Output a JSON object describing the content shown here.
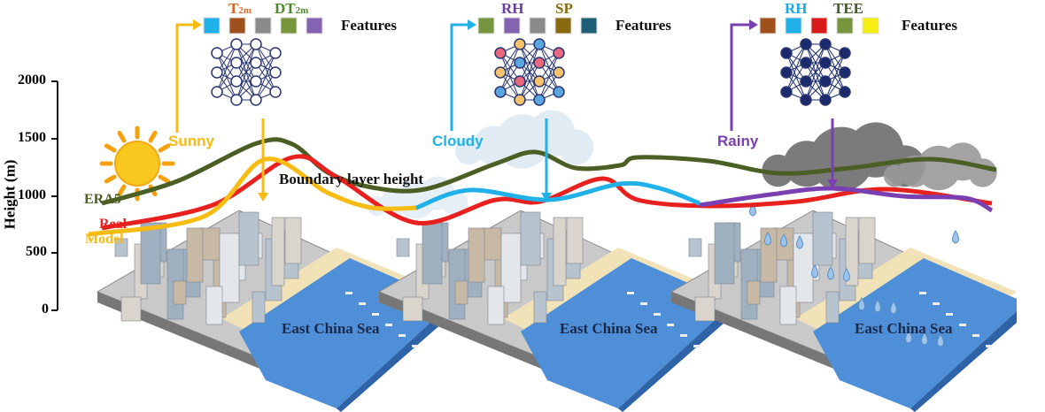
{
  "axis": {
    "label": "Height (m)",
    "ticks": [
      "2000",
      "1500",
      "1000",
      "500",
      "0"
    ]
  },
  "series_labels": {
    "era5": "ERA5",
    "real": "Real",
    "model": "Model"
  },
  "curve_title": "Boundary layer height",
  "colors": {
    "era5": "#4b5e24",
    "real": "#e8211f",
    "sunny": "#f7bb12",
    "cloudy": "#1fb1e8",
    "rainy": "#7a3fb0"
  },
  "panels": [
    {
      "weather": "Sunny",
      "features_label": "Features",
      "sea": "East China Sea",
      "feature_tags": [
        {
          "text": "T",
          "sub": "2m",
          "color": "#d9682a"
        },
        {
          "text": "DT",
          "sub": "2m",
          "color": "#4f8a2a"
        }
      ],
      "feature_colors": [
        "#1fb1e8",
        "#a0501c",
        "#8a8a8a",
        "#76953c",
        "#8463b0"
      ]
    },
    {
      "weather": "Cloudy",
      "features_label": "Features",
      "sea": "East China Sea",
      "feature_tags": [
        {
          "text": "RH",
          "sub": "",
          "color": "#6a3da0"
        },
        {
          "text": "SP",
          "sub": "",
          "color": "#8a6a10"
        }
      ],
      "feature_colors": [
        "#76953c",
        "#8463b0",
        "#8a8a8a",
        "#8a6a10",
        "#1f5f78"
      ]
    },
    {
      "weather": "Rainy",
      "features_label": "Features",
      "sea": "East China Sea",
      "feature_tags": [
        {
          "text": "RH",
          "sub": "",
          "color": "#1fa6e0"
        },
        {
          "text": "TEE",
          "sub": "",
          "color": "#3e5a2a"
        }
      ],
      "feature_colors": [
        "#a0501c",
        "#1fb1e8",
        "#d81a1a",
        "#76953c",
        "#f5ee10"
      ]
    }
  ]
}
